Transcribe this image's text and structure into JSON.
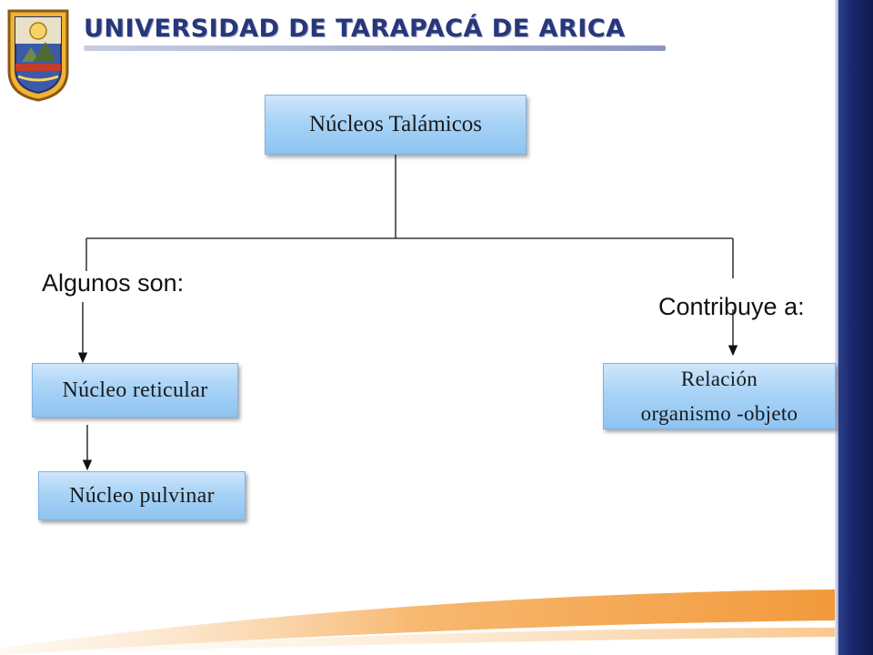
{
  "header": {
    "university_name": "UNIVERSIDAD DE TARAPACÁ DE ARICA",
    "logo_icon": "university-crest-icon"
  },
  "diagram": {
    "root": {
      "label": "Núcleos Talámicos"
    },
    "left_branch": {
      "label": "Algunos son:",
      "nodes": [
        {
          "label": "Núcleo reticular"
        },
        {
          "label": "Núcleo pulvinar"
        }
      ]
    },
    "right_branch": {
      "label": "Contribuye a:",
      "nodes": [
        {
          "label_line1": "Relación",
          "label_line2": "organismo -objeto"
        }
      ]
    }
  },
  "theme": {
    "title_color": "#283779",
    "node_fill": "#a8d3f6",
    "side_bar_color": "#1b2a6e",
    "swoosh_color": "#f4a24a"
  }
}
